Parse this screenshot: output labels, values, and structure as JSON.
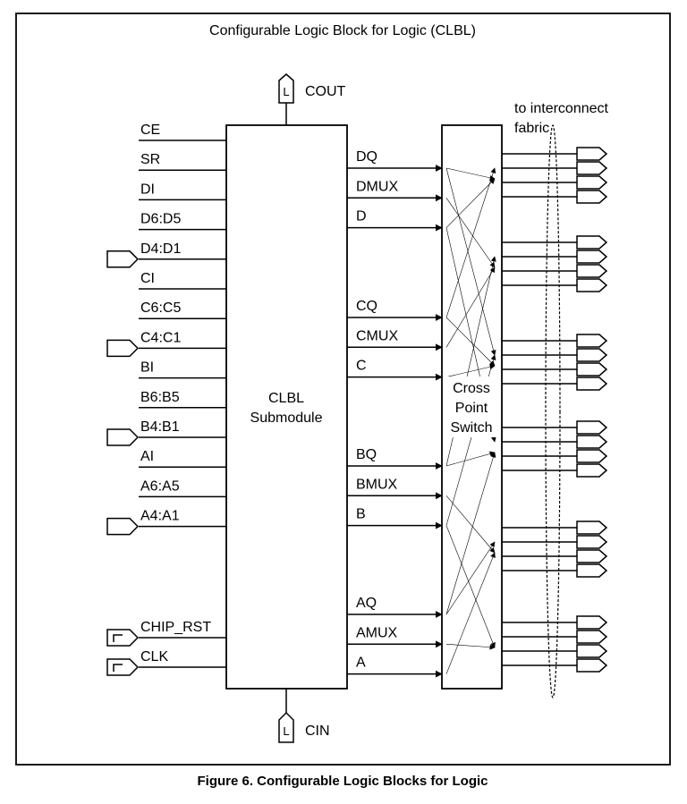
{
  "frame_title": "Configurable Logic Block for Logic (CLBL)",
  "caption": "Figure 6. Configurable Logic Blocks for Logic",
  "submodule": {
    "line1": "CLBL",
    "line2": "Submodule"
  },
  "switch": {
    "line1": "Cross",
    "line2": "Point",
    "line3": "Switch"
  },
  "cout": {
    "label": "COUT",
    "glyph": "L"
  },
  "cin": {
    "label": "CIN",
    "glyph": "L"
  },
  "interconnect": {
    "line1": "to interconnect",
    "line2": "fabric"
  },
  "inputs": [
    {
      "label": "CE",
      "port": "none"
    },
    {
      "label": "SR",
      "port": "none"
    },
    {
      "label": "DI",
      "port": "none"
    },
    {
      "label": "D6:D5",
      "port": "none"
    },
    {
      "label": "D4:D1",
      "port": "bus"
    },
    {
      "label": "CI",
      "port": "none"
    },
    {
      "label": "C6:C5",
      "port": "none"
    },
    {
      "label": "C4:C1",
      "port": "bus"
    },
    {
      "label": "BI",
      "port": "none"
    },
    {
      "label": "B6:B5",
      "port": "none"
    },
    {
      "label": "B4:B1",
      "port": "bus"
    },
    {
      "label": "AI",
      "port": "none"
    },
    {
      "label": "A6:A5",
      "port": "none"
    },
    {
      "label": "A4:A1",
      "port": "bus"
    },
    {
      "label": "CHIP_RST",
      "port": "clock"
    },
    {
      "label": "CLK",
      "port": "clock"
    }
  ],
  "outputs": [
    "DQ",
    "DMUX",
    "D",
    "CQ",
    "CMUX",
    "C",
    "BQ",
    "BMUX",
    "B",
    "AQ",
    "AMUX",
    "A"
  ],
  "output_groups": 6,
  "lines_per_group": 4
}
